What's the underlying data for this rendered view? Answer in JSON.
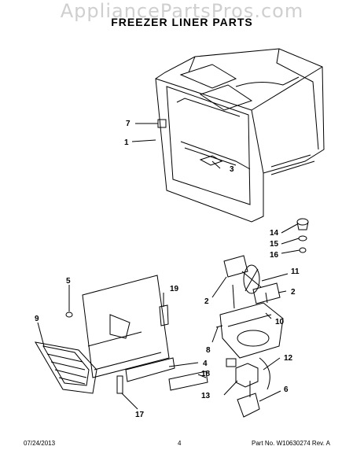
{
  "watermark": "AppliancePartsPros.com",
  "title": "FREEZER LINER PARTS",
  "callouts": [
    "7",
    "1",
    "3",
    "14",
    "15",
    "16",
    "11",
    "2",
    "2",
    "10",
    "5",
    "19",
    "9",
    "8",
    "4",
    "18",
    "12",
    "13",
    "6",
    "17"
  ],
  "footer": {
    "date": "07/24/2013",
    "page": "4",
    "part_no": "Part No. W10630274  Rev. A"
  }
}
